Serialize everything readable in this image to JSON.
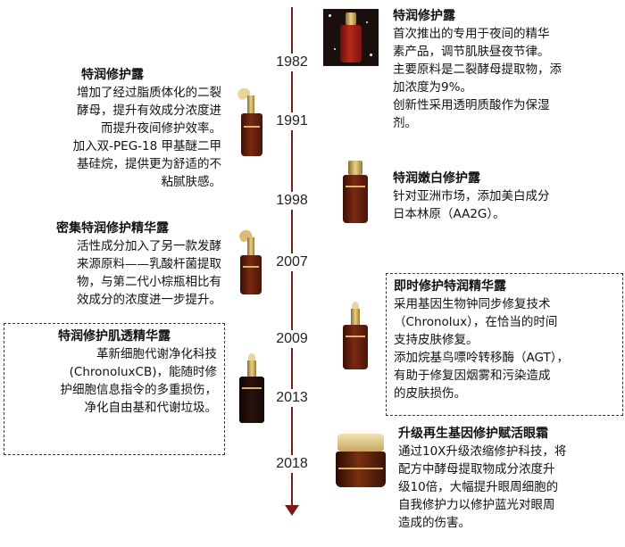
{
  "timeline": {
    "years": [
      "1982",
      "1991",
      "1998",
      "2007",
      "2009",
      "2013",
      "2018"
    ]
  },
  "entries": [
    {
      "year": "1982",
      "title": "特润修护露",
      "lines": [
        "首次推出的专用于夜间的精华",
        "素产品，调节肌肤昼夜节律。",
        "主要原料是二裂酵母提取物，添",
        "加浓度为9%。",
        "创新性采用透明质酸作为保湿",
        "剂。"
      ]
    },
    {
      "year": "1991",
      "title": "特润修护露",
      "lines": [
        "增加了经过脂质体化的二裂",
        "酵母，提升有效成分浓度进",
        "而提升夜间修护效率。",
        "加入双-PEG-18 甲基醚二甲",
        "基硅烷，提供更为舒适的不",
        "粘腻肤感。"
      ]
    },
    {
      "year": "1998",
      "title": "特润嫩白修护露",
      "lines": [
        "针对亚洲市场，添加美白成分",
        "日本林原（AA2G）。"
      ]
    },
    {
      "year": "2007",
      "title": "密集特润修护精华露",
      "lines": [
        "活性成分加入了另一款发酵",
        "来源原料——乳酸杆菌提取",
        "物，与第二代小棕瓶相比有",
        "效成分的浓度进一步提升。"
      ]
    },
    {
      "year": "2009",
      "title": "即时修护特润精华露",
      "lines": [
        "采用基因生物钟同步修复技术",
        "（Chronolux），在恰当的时间",
        "支持皮肤修复。",
        "添加烷基鸟嘌呤转移酶（AGT），",
        "有助于修复因烟雾和污染造成",
        "的皮肤损伤。"
      ]
    },
    {
      "year": "2013",
      "title": "特润修护肌透精华露",
      "lines": [
        "革新细胞代谢净化科技",
        "(ChronoluxCB)，能随时修",
        "护细胞信息指令的多重损伤，",
        "净化自由基和代谢垃圾。"
      ]
    },
    {
      "year": "2018",
      "title": "升级再生基因修护赋活眼霜",
      "lines": [
        "通过10X升级浓缩修护科技，将",
        "配方中酵母提取物成分浓度升",
        "级10倍，大幅提升眼周细胞的",
        "自我修护力以修护蓝光对眼周",
        "造成的伤害。"
      ]
    }
  ]
}
